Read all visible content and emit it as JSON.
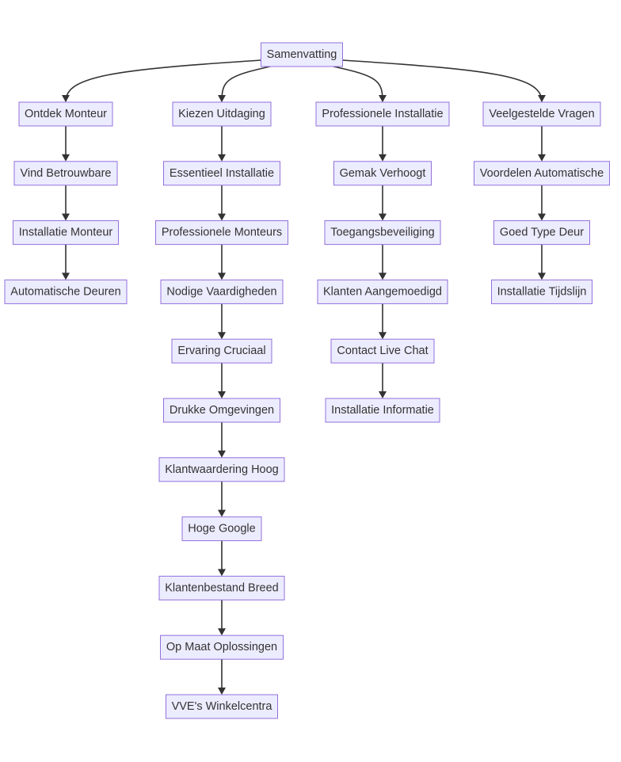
{
  "diagram": {
    "type": "flowchart-tree",
    "colors": {
      "node_fill": "#ECECFF",
      "node_border": "#9370DB",
      "text": "#333333",
      "edge": "#333333"
    },
    "root": {
      "id": "samenvatting",
      "label": "Samenvatting"
    },
    "branches": [
      {
        "id": "branch-1",
        "nodes": [
          {
            "id": "ontdek-monteur",
            "label": "Ontdek Monteur"
          },
          {
            "id": "vind-betrouwbare",
            "label": "Vind Betrouwbare"
          },
          {
            "id": "installatie-monteur",
            "label": "Installatie Monteur"
          },
          {
            "id": "automatische-deuren",
            "label": "Automatische Deuren"
          }
        ]
      },
      {
        "id": "branch-2",
        "nodes": [
          {
            "id": "kiezen-uitdaging",
            "label": "Kiezen Uitdaging"
          },
          {
            "id": "essentieel-installatie",
            "label": "Essentieel Installatie"
          },
          {
            "id": "professionele-monteurs",
            "label": "Professionele Monteurs"
          },
          {
            "id": "nodige-vaardigheden",
            "label": "Nodige Vaardigheden"
          },
          {
            "id": "ervaring-cruciaal",
            "label": "Ervaring Cruciaal"
          },
          {
            "id": "drukke-omgevingen",
            "label": "Drukke Omgevingen"
          },
          {
            "id": "klantwaardering-hoog",
            "label": "Klantwaardering Hoog"
          },
          {
            "id": "hoge-google",
            "label": "Hoge Google"
          },
          {
            "id": "klantenbestand-breed",
            "label": "Klantenbestand Breed"
          },
          {
            "id": "op-maat-oplossingen",
            "label": "Op Maat Oplossingen"
          },
          {
            "id": "vves-winkelcentra",
            "label": "VVE's Winkelcentra"
          }
        ]
      },
      {
        "id": "branch-3",
        "nodes": [
          {
            "id": "professionele-installatie",
            "label": "Professionele Installatie"
          },
          {
            "id": "gemak-verhoogt",
            "label": "Gemak Verhoogt"
          },
          {
            "id": "toegangsbeveiliging",
            "label": "Toegangsbeveiliging"
          },
          {
            "id": "klanten-aangemoedigd",
            "label": "Klanten Aangemoedigd"
          },
          {
            "id": "contact-live-chat",
            "label": "Contact Live Chat"
          },
          {
            "id": "installatie-informatie",
            "label": "Installatie Informatie"
          }
        ]
      },
      {
        "id": "branch-4",
        "nodes": [
          {
            "id": "veelgestelde-vragen",
            "label": "Veelgestelde Vragen"
          },
          {
            "id": "voordelen-automatische",
            "label": "Voordelen Automatische"
          },
          {
            "id": "goed-type-deur",
            "label": "Goed Type Deur"
          },
          {
            "id": "installatie-tijdslijn",
            "label": "Installatie Tijdslijn"
          }
        ]
      }
    ]
  }
}
